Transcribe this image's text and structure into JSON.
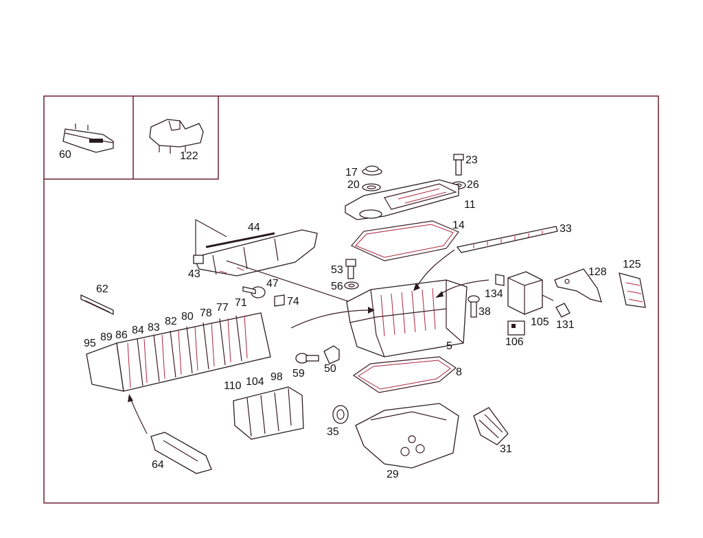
{
  "diagram": {
    "colors": {
      "frame": "#6a1f2e",
      "line": "#3a1a22",
      "accent": "#b0203a"
    },
    "labels": {
      "l60": "60",
      "l122": "122",
      "l17": "17",
      "l20": "20",
      "l23": "23",
      "l26": "26",
      "l11": "11",
      "l44": "44",
      "l14": "14",
      "l33": "33",
      "l43": "43",
      "l53": "53",
      "l56": "56",
      "l47": "47",
      "l62": "62",
      "l71": "71",
      "l74": "74",
      "l134": "134",
      "l128": "128",
      "l125": "125",
      "l38": "38",
      "l105": "105",
      "l131": "131",
      "l106": "106",
      "l5": "5",
      "l95": "95",
      "l89": "89",
      "l86": "86",
      "l84": "84",
      "l83": "83",
      "l82": "82",
      "l80": "80",
      "l78": "78",
      "l77": "77",
      "l59": "59",
      "l50": "50",
      "l8": "8",
      "l110": "110",
      "l104": "104",
      "l98": "98",
      "l35": "35",
      "l31": "31",
      "l29": "29",
      "l64": "64"
    }
  }
}
